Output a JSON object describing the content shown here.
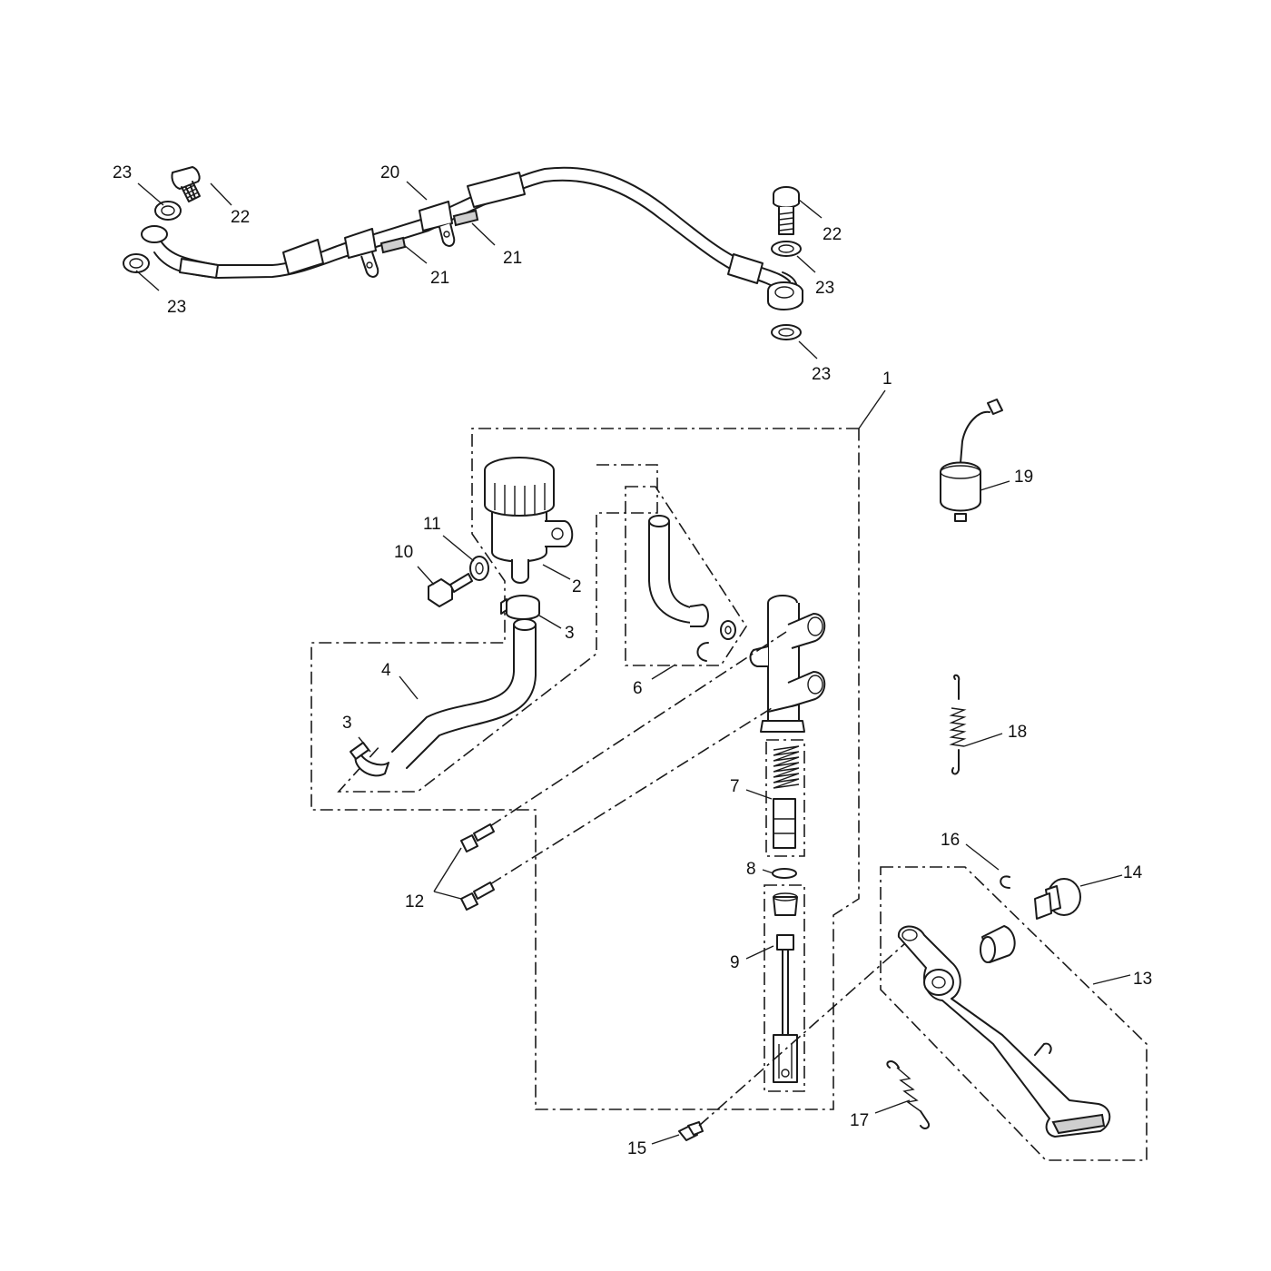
{
  "diagram": {
    "callouts": [
      {
        "id": "c23a",
        "text": "23"
      },
      {
        "id": "c22a",
        "text": "22"
      },
      {
        "id": "c23b",
        "text": "23"
      },
      {
        "id": "c20",
        "text": "20"
      },
      {
        "id": "c21a",
        "text": "21"
      },
      {
        "id": "c21b",
        "text": "21"
      },
      {
        "id": "c22b",
        "text": "22"
      },
      {
        "id": "c23c",
        "text": "23"
      },
      {
        "id": "c23d",
        "text": "23"
      },
      {
        "id": "c1",
        "text": "1"
      },
      {
        "id": "c19",
        "text": "19"
      },
      {
        "id": "c11",
        "text": "11"
      },
      {
        "id": "c10",
        "text": "10"
      },
      {
        "id": "c2",
        "text": "2"
      },
      {
        "id": "c3a",
        "text": "3"
      },
      {
        "id": "c4",
        "text": "4"
      },
      {
        "id": "c3b",
        "text": "3"
      },
      {
        "id": "c6",
        "text": "6"
      },
      {
        "id": "c18",
        "text": "18"
      },
      {
        "id": "c7",
        "text": "7"
      },
      {
        "id": "c16",
        "text": "16"
      },
      {
        "id": "c14",
        "text": "14"
      },
      {
        "id": "c8",
        "text": "8"
      },
      {
        "id": "c12",
        "text": "12"
      },
      {
        "id": "c9",
        "text": "9"
      },
      {
        "id": "c13",
        "text": "13"
      },
      {
        "id": "c17",
        "text": "17"
      },
      {
        "id": "c15",
        "text": "15"
      }
    ]
  }
}
